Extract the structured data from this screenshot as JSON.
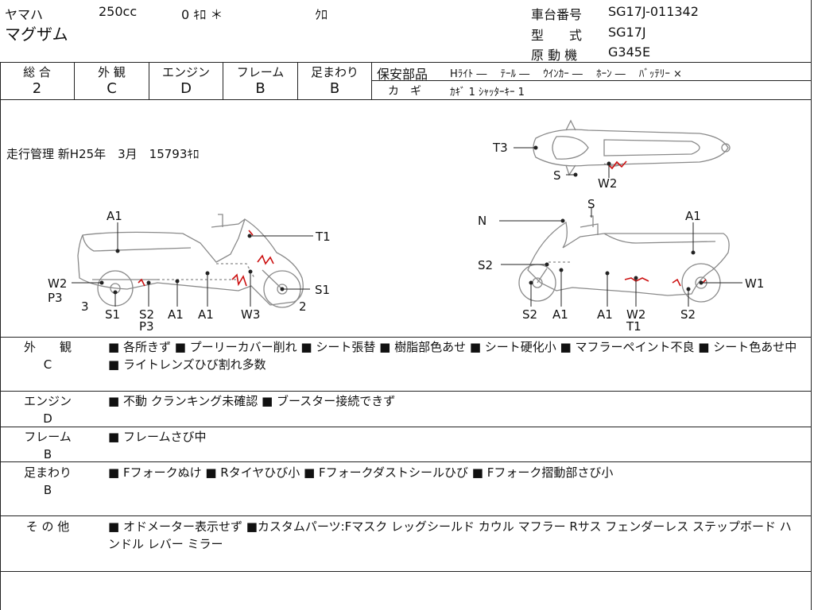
{
  "header": {
    "maker": "ヤマハ",
    "displacement": "250cc",
    "mileage_short": "0 ｷﾛ ＊",
    "color": "ｸﾛ",
    "model_name": "マグザム",
    "frame_no_label": "車台番号",
    "frame_no": "SG17J-011342",
    "type_label": "型　　式",
    "type_value": "SG17J",
    "engine_label": "原 動 機",
    "engine_value": "G345E"
  },
  "grades": [
    {
      "label": "総 合",
      "value": "2"
    },
    {
      "label": "外 観",
      "value": "C"
    },
    {
      "label": "エンジン",
      "value": "D"
    },
    {
      "label": "フレーム",
      "value": "B"
    },
    {
      "label": "足まわり",
      "value": "B"
    }
  ],
  "safety": {
    "label": "保安部品",
    "items": "Hﾗｲﾄ ―　 ﾃｰﾙ ―　 ｳｲﾝｶｰ ―　 ﾎｰﾝ ―　 ﾊﾞｯﾃﾘｰ ×",
    "key_label": "カ　ギ",
    "key_value": "ｶｷﾞ 1 ｼｬｯﾀｰｷｰ 1"
  },
  "mileage_record": "走行管理 新H25年　3月　15793ｷﾛ",
  "diagram": {
    "top": {
      "T3": "T3",
      "S": "S",
      "W2": "W2"
    },
    "left": {
      "A1": "A1",
      "T1": "T1",
      "W2": "W2",
      "P3": "P3",
      "S1": "S1",
      "num3": "3",
      "num2": "2",
      "b_S1": "S1",
      "b_S2": "S2",
      "b_P3": "P3",
      "b_A1a": "A1",
      "b_A1b": "A1",
      "b_W3": "W3"
    },
    "right": {
      "N": "N",
      "S": "S",
      "A1": "A1",
      "S2": "S2",
      "W1": "W1",
      "b_S2a": "S2",
      "b_A1a": "A1",
      "b_A1b": "A1",
      "b_W2": "W2",
      "b_T1": "T1",
      "b_S2b": "S2"
    }
  },
  "sections": [
    {
      "label1": "外　　観",
      "label2": "C",
      "text": "■ 各所きず ■ プーリーカバー削れ ■ シート張替 ■ 樹脂部色あせ ■ シート硬化小 ■ マフラーペイント不良 ■ シート色あせ中 ■ ライトレンズひび割れ多数"
    },
    {
      "label1": "エンジン",
      "label2": "D",
      "text": "■ 不動 クランキング未確認 ■ ブースター接続できず"
    },
    {
      "label1": "フレーム",
      "label2": "B",
      "text": "■ フレームさび中"
    },
    {
      "label1": "足まわり",
      "label2": "B",
      "text": "■ Fフォークぬけ ■ Rタイヤひび小 ■ Fフォークダストシールひび ■ Fフォーク摺動部さび小"
    },
    {
      "label1": "そ の 他",
      "label2": "",
      "text": "■ オドメーター表示せず ■カスタムパーツ:Fマスク レッグシールド カウル マフラー Rサス フェンダーレス ステップボード ハンドル レバー ミラー"
    }
  ],
  "colors": {
    "line": "#222222",
    "damage": "#cc1111",
    "sketch": "#888888"
  }
}
